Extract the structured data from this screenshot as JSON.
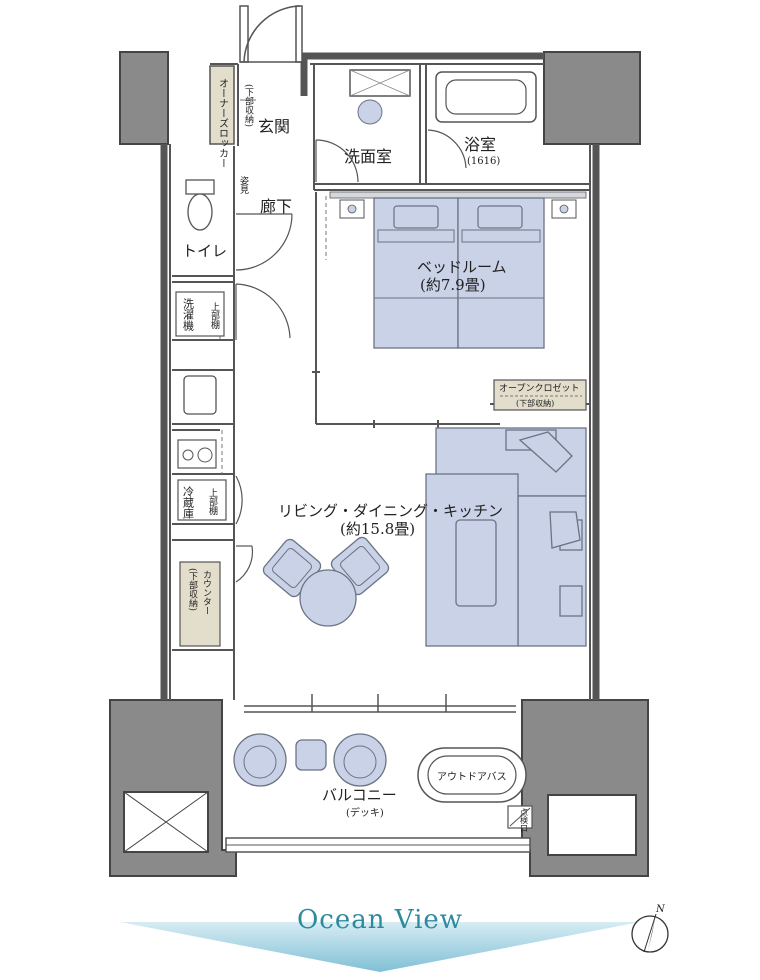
{
  "rooms": {
    "genkan": "玄関",
    "senmenshitsu": "洗面室",
    "yokushitsu": "浴室",
    "yokushitsu_size": "(1616)",
    "roka": "廊下",
    "toilet": "トイレ",
    "bedroom": "ベッドルーム",
    "bedroom_area": "(約7.9畳)",
    "ldk": "リビング・ダイニング・キッチン",
    "ldk_area": "(約15.8畳)",
    "balcony": "バルコニー",
    "balcony_note": "(デッキ)"
  },
  "fixtures": {
    "owner_locker": "オーナーズロッカー",
    "lower_storage_locker": "(下部収納)",
    "mirror": "姿見",
    "washer": "洗濯機",
    "upper_shelf_1": "上部棚",
    "fridge": "冷蔵庫",
    "upper_shelf_2": "上部棚",
    "counter": "カウンター",
    "counter_note": "(下部収納)",
    "open_closet": "オープンクロゼット",
    "open_closet_note": "(下部収納)",
    "outdoor_bath": "アウトドアバス",
    "inspection_port": "点検口"
  },
  "footer": {
    "view_label": "Ocean View",
    "compass_north": "N"
  },
  "colors": {
    "furniture": "#c9d2e6",
    "furniture_stroke": "#6b7385",
    "wall": "#555555",
    "column": "#8a8a8a",
    "storage": "#e3ddcb",
    "accent": "#2e8a9e"
  }
}
